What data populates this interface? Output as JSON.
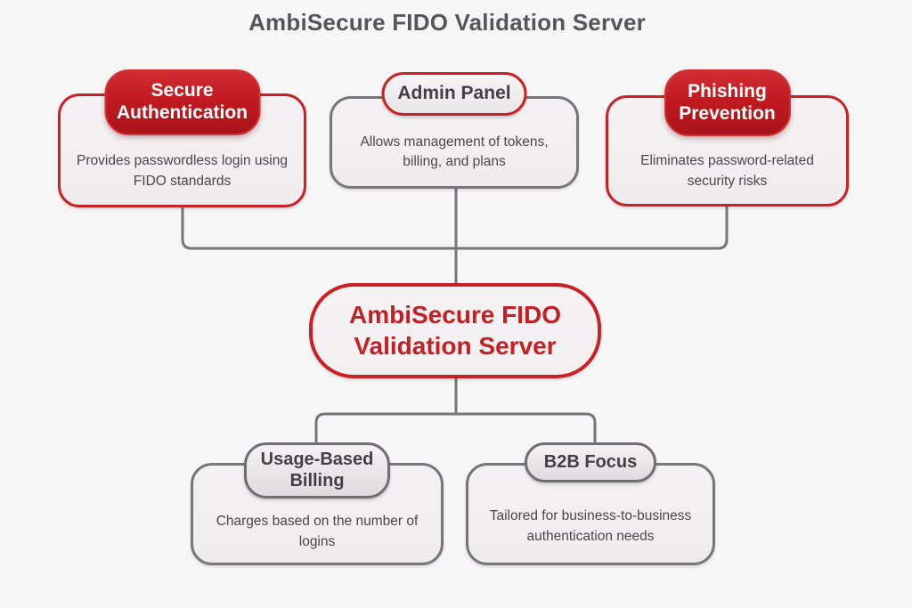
{
  "title": "AmbiSecure FIDO Validation Server",
  "colors": {
    "background": "#f7f6f6",
    "red": "#c11a20",
    "red_bright": "#ca2127",
    "box_fill": "#f1eff0",
    "gray_border": "#77777b",
    "connector": "#76767a",
    "title_text": "#565659",
    "body_text": "#48484a",
    "dark_pill_text": "#414144",
    "white": "#ffffff"
  },
  "nodes": {
    "secure_authentication": {
      "label": "Secure Authentication",
      "description": "Provides passwordless login using FIDO standards"
    },
    "admin_panel": {
      "label": "Admin Panel",
      "description": "Allows management of tokens, billing, and plans"
    },
    "phishing_prevention": {
      "label": "Phishing Prevention",
      "description": "Eliminates password-related security risks"
    },
    "center": {
      "label": "AmbiSecure FIDO Validation Server"
    },
    "usage_based_billing": {
      "label": "Usage-Based Billing",
      "description": "Charges based on the number of logins"
    },
    "b2b_focus": {
      "label": "B2B Focus",
      "description": "Tailored for business-to-business authentication needs"
    }
  }
}
